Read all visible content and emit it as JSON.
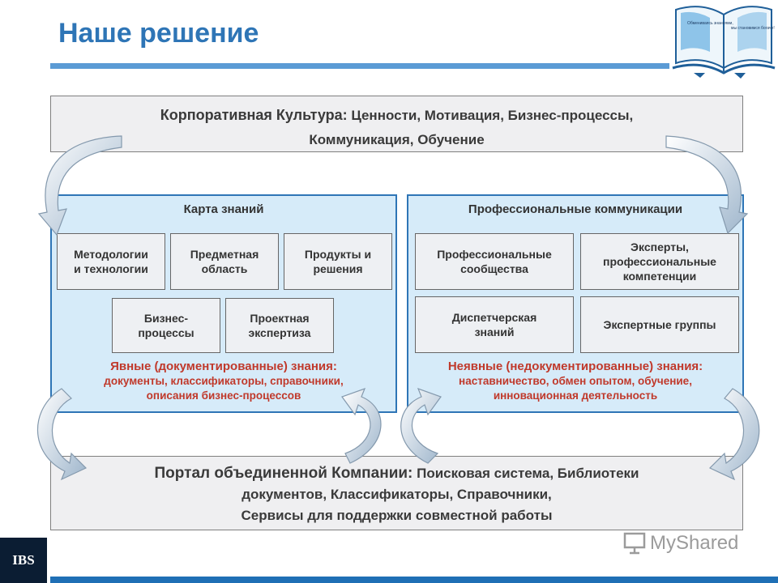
{
  "page": {
    "title": "Наше решение"
  },
  "book_image": {
    "left_text": "Обмениваясь знаниями,",
    "right_text": "мы становимся богаче!"
  },
  "top_box": {
    "label": "Корпоративная Культура:",
    "text_line1": " Ценности, Мотивация, Бизнес-процессы,",
    "text_line2": "Коммуникация, Обучение"
  },
  "knowledge_map": {
    "title": "Карта знаний",
    "cells": [
      "Методологии\nи технологии",
      "Предметная\nобласть",
      "Продукты и\nрешения",
      "Бизнес-\nпроцессы",
      "Проектная\nэкспертиза"
    ],
    "explicit_title": "Явные (документированные) знания:",
    "explicit_desc_line1": "документы, классификаторы, справочники,",
    "explicit_desc_line2": "описания бизнес-процессов"
  },
  "prof_comm": {
    "title": "Профессиональные коммуникации",
    "cells": [
      "Профессиональные\nсообщества",
      "Эксперты,\nпрофессиональные\nкомпетенции",
      "Диспетчерская\nзнаний",
      "Экспертные группы"
    ],
    "tacit_title": "Неявные (недокументированные) знания:",
    "tacit_desc_line1": "наставничество, обмен опытом, обучение,",
    "tacit_desc_line2": "инновационная деятельность"
  },
  "bottom_box": {
    "label": "Портал объединенной Компании:",
    "text_line1": " Поисковая система, Библиотеки",
    "text_line2": "документов, Классификаторы, Справочники,",
    "text_line3": "Сервисы для поддержки совместной работы"
  },
  "footer": {
    "logo": "IBS",
    "watermark": "MyShared"
  },
  "colors": {
    "accent": "#2e75b6",
    "panel_bg": "#d6ebf9",
    "knowledge_type": "#c0392b",
    "logo_bg": "#0b1d33"
  }
}
